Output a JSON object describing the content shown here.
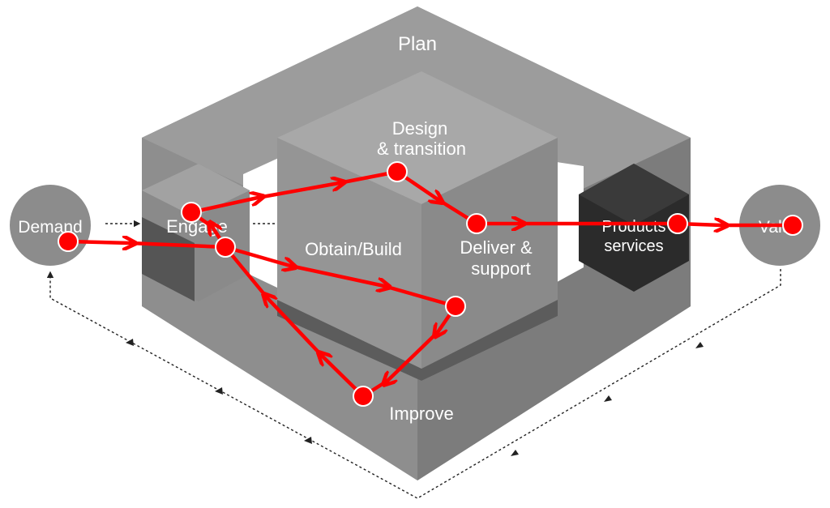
{
  "labels": {
    "plan": "Plan",
    "engage": "Engage",
    "design_1": "Design",
    "design_2": "& transition",
    "obtain": "Obtain/Build",
    "deliver_1": "Deliver &",
    "deliver_2": "support",
    "improve": "Improve",
    "products_1": "Products",
    "products_2": "services",
    "demand": "Demand",
    "value": "Value"
  },
  "colors": {
    "flow": "#ff0000",
    "block_light": "#9a9a9a",
    "block_mid": "#808080",
    "block_dark": "#5f5f5f",
    "products_block": "#2b2b2b",
    "circle": "#8c8c8c"
  }
}
